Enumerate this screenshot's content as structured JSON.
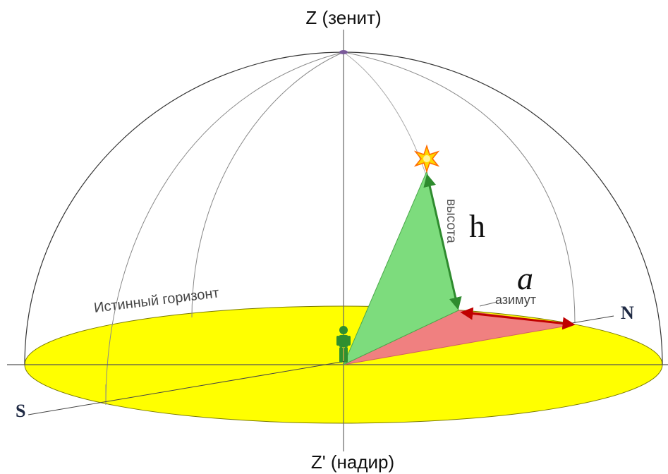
{
  "labels": {
    "zenith": "Z (зенит)",
    "nadir": "Z' (надир)",
    "south": "S",
    "north": "N",
    "horizon": "Истинный горизонт",
    "altitude_word": "высота",
    "altitude_symbol": "h",
    "azimuth_word": "азимут",
    "azimuth_symbol": "a"
  },
  "colors": {
    "horizon_plane": "#ffff00",
    "altitude_triangle": "#7ddc7d",
    "azimuth_triangle": "#f08080",
    "altitude_arrow": "#2e8b2e",
    "azimuth_arrow": "#c00000",
    "star": "#ffd700",
    "observer": "#2f8f2f",
    "lines": "#000000",
    "cardinal_text": "#1f2a44"
  },
  "icons": {
    "star": "star-icon",
    "observer": "person-icon"
  }
}
